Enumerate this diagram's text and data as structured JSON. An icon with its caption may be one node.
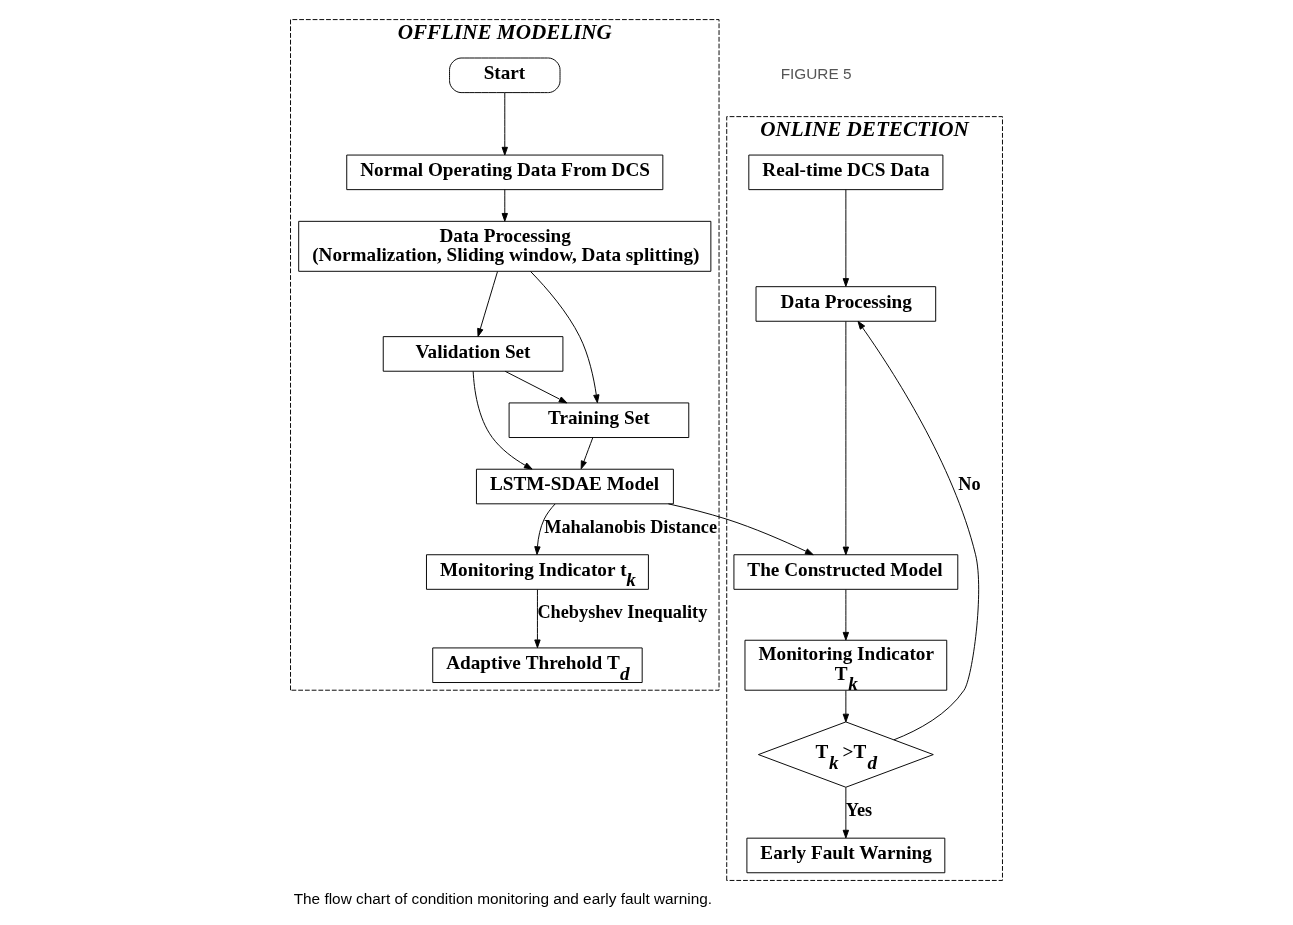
{
  "diagram": {
    "caption": "The flow chart of condition monitoring and early fault warning.",
    "nodes": [
      {
        "text": [
          "OFFLINE MODELING"
        ]
      },
      {
        "text": [
          "Start"
        ],
        "in": 0
      },
      {
        "text": [
          "Normal Operating Data From DCS"
        ],
        "in": 0
      },
      {
        "text": [
          "Data Processing",
          "(Normalization, Sliding window, Data splitting)"
        ],
        "in": 0
      },
      {
        "text": [
          "Validation Set"
        ],
        "in": 0
      },
      {
        "text": [
          "Training Set"
        ],
        "in": 0
      },
      {
        "text": [
          "LSTM-SDAE Model"
        ],
        "in": 0
      },
      {
        "text": [
          "Monitoring Indicator t$_{k}$"
        ],
        "in": 0
      },
      {
        "text": [
          "Adaptive Threhold T$_{d}$"
        ],
        "in": 0
      },
      {
        "text": [
          "ONLINE DETECTION"
        ]
      },
      {
        "text": [
          "Real-time DCS Data"
        ],
        "in": 9
      },
      {
        "text": [
          "Data Processing"
        ],
        "in": 9
      },
      {
        "text": [
          "The Constructed Model"
        ],
        "in": 9
      },
      {
        "text": [
          "Monitoring Indicator",
          "T$_{k}$"
        ],
        "in": 9
      },
      {
        "text": [
          "T$_{k}$ >T$_{d}$"
        ],
        "in": 9
      },
      {
        "text": [
          "Early Fault Warning"
        ],
        "in": 9
      }
    ],
    "edges": [
      {
        "from": 1,
        "to": 2,
        "arrow": "to"
      },
      {
        "from": 2,
        "to": 3,
        "arrow": "to"
      },
      {
        "from": 3,
        "to": 4,
        "arrow": "to"
      },
      {
        "from": 3,
        "to": 5,
        "arrow": "to"
      },
      {
        "from": 4,
        "to": 5,
        "arrow": "to"
      },
      {
        "from": 4,
        "to": 6,
        "arrow": "to"
      },
      {
        "from": 5,
        "to": 6,
        "arrow": "to"
      },
      {
        "from": 6,
        "to": 7,
        "arrow": "to",
        "label": "Mahalanobis Distance"
      },
      {
        "from": 7,
        "to": 8,
        "arrow": "to",
        "label": "Chebyshev Inequality"
      },
      {
        "from": 6,
        "to": 12,
        "arrow": "to"
      },
      {
        "from": 10,
        "to": 11,
        "arrow": "to"
      },
      {
        "from": 11,
        "to": 12,
        "arrow": "to"
      },
      {
        "from": 12,
        "to": 13,
        "arrow": "to"
      },
      {
        "from": 13,
        "to": 14,
        "arrow": "to"
      },
      {
        "from": 14,
        "to": 11,
        "arrow": "to",
        "label": "No"
      },
      {
        "from": 14,
        "to": 15,
        "arrow": "to",
        "label": "Yes"
      }
    ],
    "labels": [
      "FIGURE 5"
    ]
  }
}
